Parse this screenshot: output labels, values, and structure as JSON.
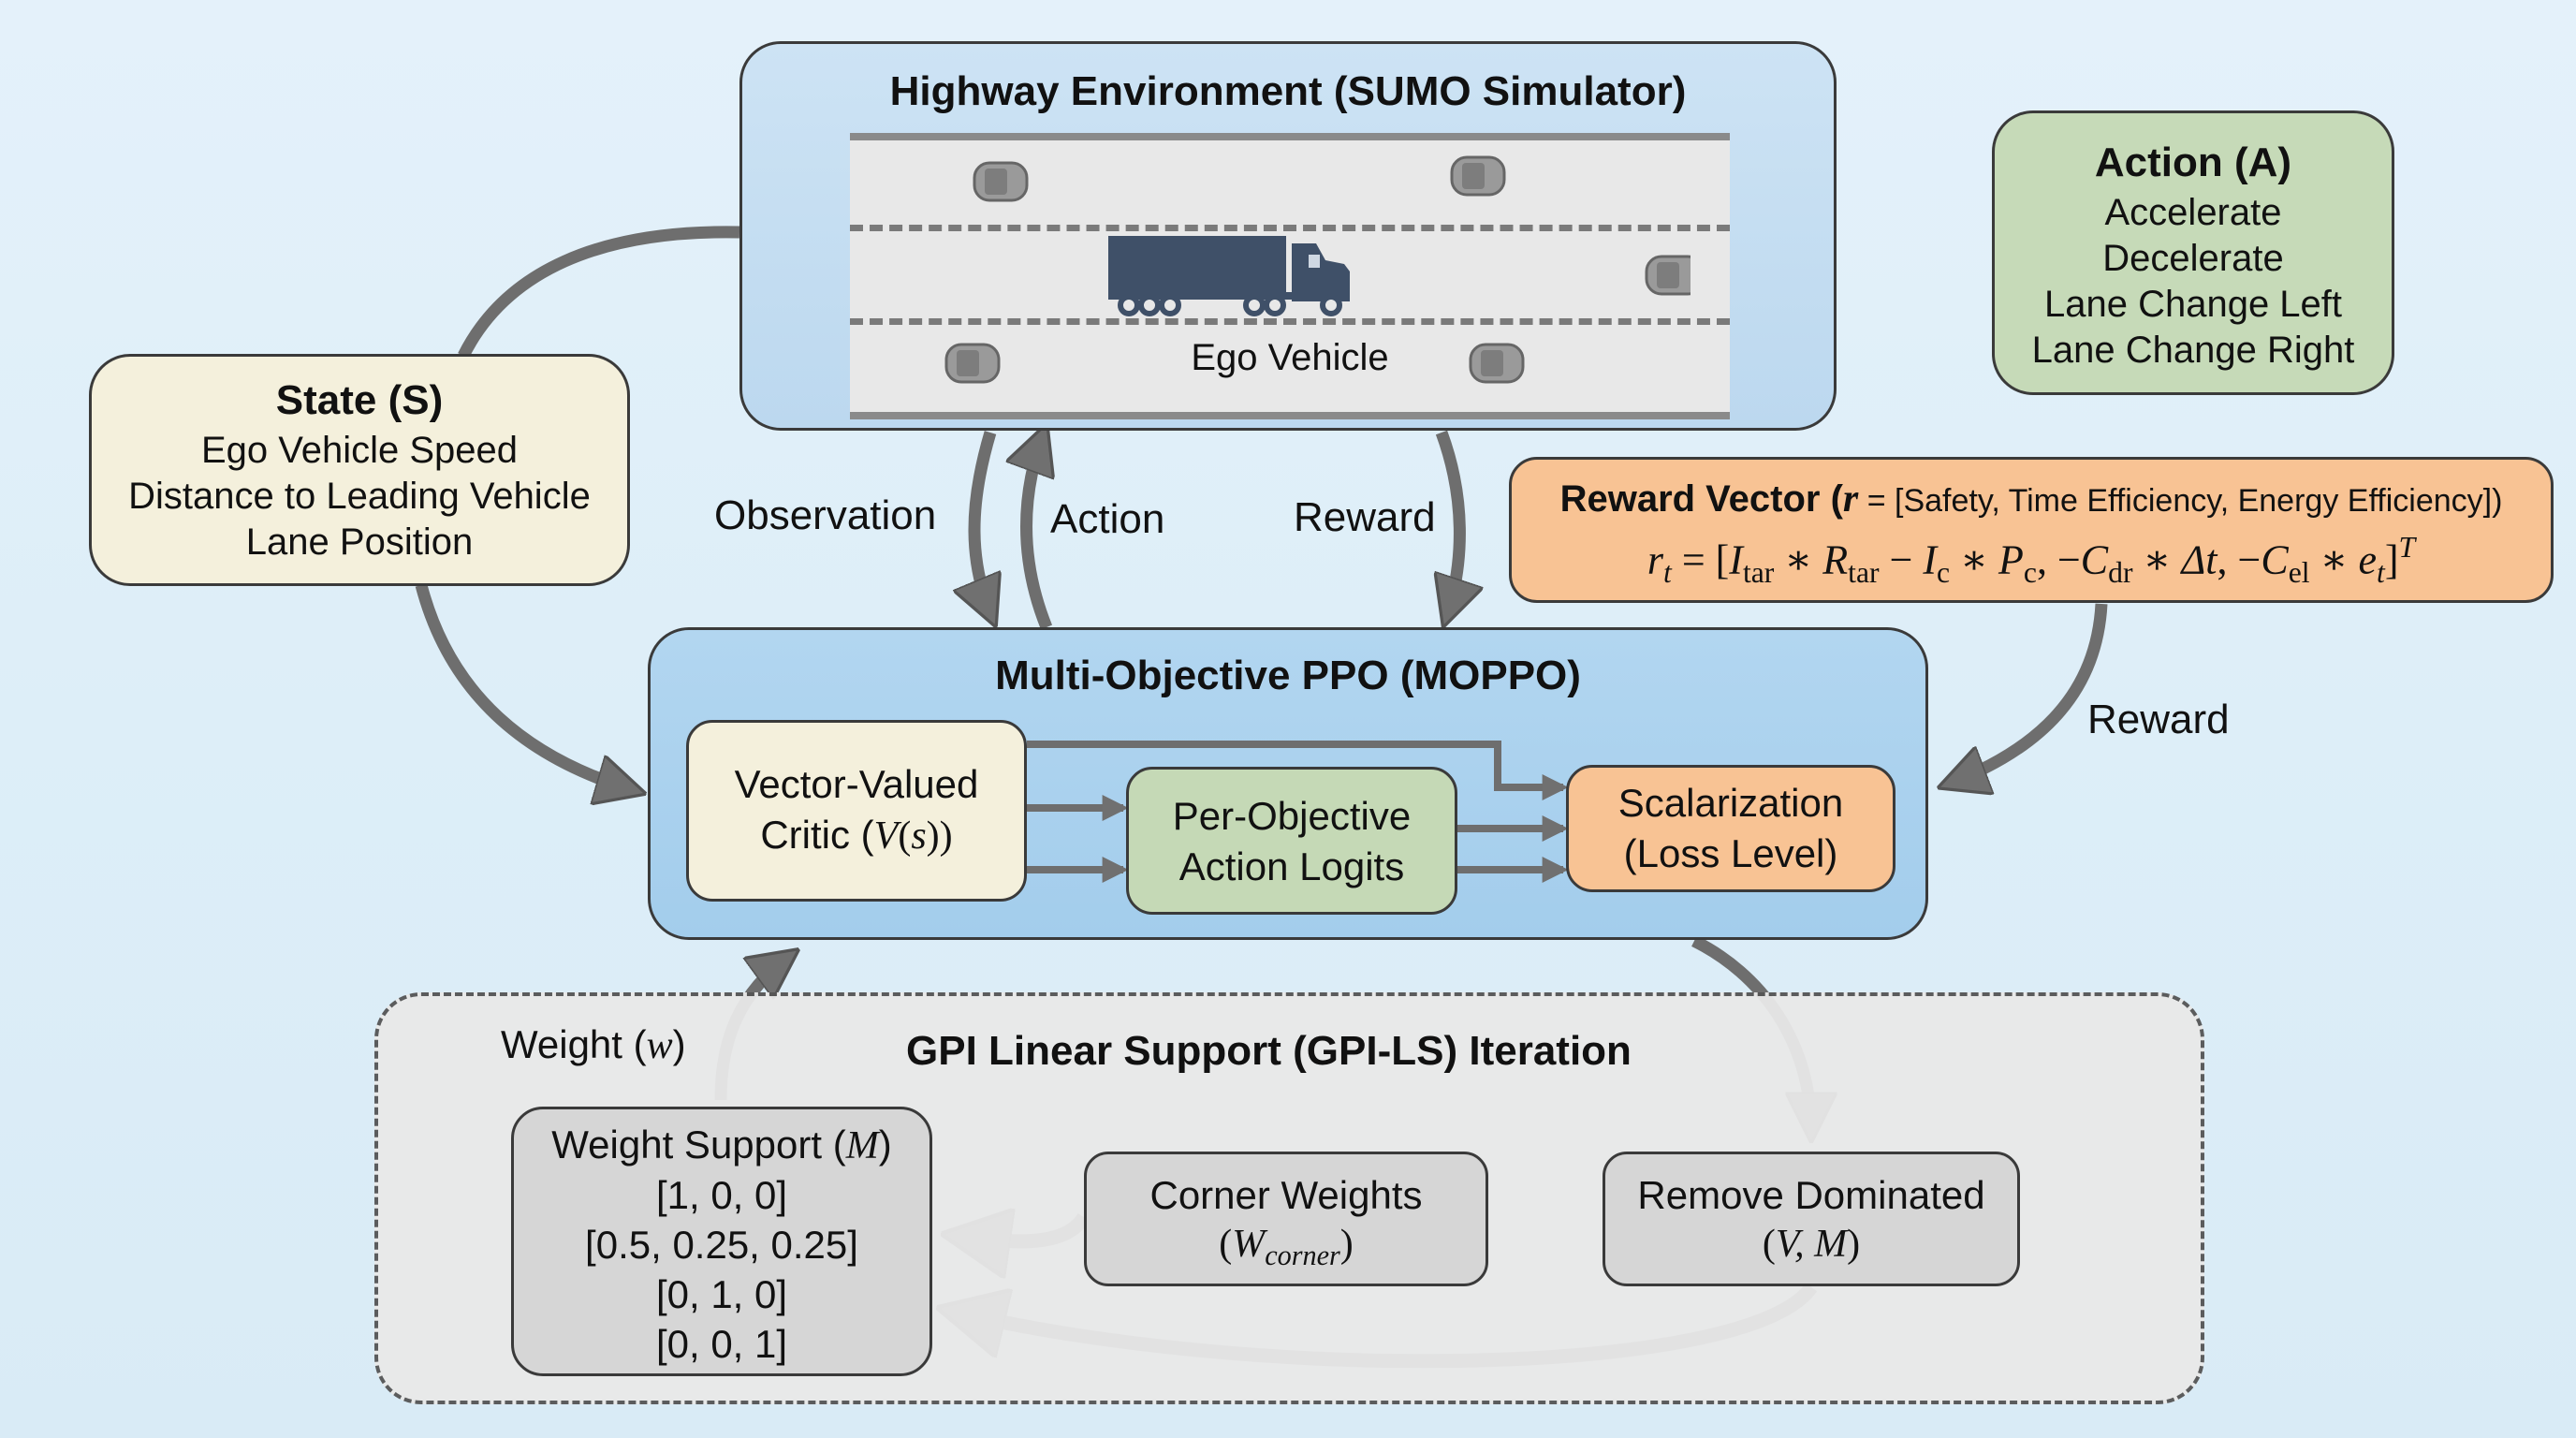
{
  "env": {
    "title": "Highway Environment (SUMO Simulator)",
    "ego_label": "Ego Vehicle",
    "ego_icon": "truck-icon",
    "other_icon": "car-icon"
  },
  "state": {
    "title": "State (S)",
    "items": [
      "Ego Vehicle Speed",
      "Distance to Leading Vehicle",
      "Lane Position"
    ]
  },
  "action": {
    "title": "Action (A)",
    "items": [
      "Accelerate",
      "Decelerate",
      "Lane Change Left",
      "Lane Change Right"
    ]
  },
  "reward": {
    "title_bold": "Reward Vector",
    "title_open": " (",
    "title_var": "r",
    "title_rest": " = [Safety, Time Efficiency, Energy Efficiency])",
    "formula": {
      "lhs": "r",
      "lhs_sub": "t",
      "eq": " = [",
      "I_tar": "I",
      "tar": "tar",
      "R_tar": "R",
      "I_c": "I",
      "c": "c",
      "P_c": "P",
      "C_dr": "C",
      "dr": "dr",
      "delta_t": "Δt",
      "C_el": "C",
      "el": "el",
      "e_t": "e",
      "t": "t",
      "times": " ∗ ",
      "minus": " − ",
      "comma_neg": ", −",
      "close": "]",
      "transpose": "T"
    }
  },
  "moppo": {
    "title": "Multi-Objective PPO (MOPPO)",
    "critic": {
      "line1": "Vector-Valued",
      "line2_text": "Critic (",
      "line2_math": "V",
      "line2_paren": "(",
      "line2_s": "s",
      "line2_end": "))"
    },
    "logits": {
      "line1": "Per-Objective",
      "line2": "Action Logits"
    },
    "scalar": {
      "line1": "Scalarization",
      "line2": "(Loss Level)"
    }
  },
  "gpi": {
    "title": "GPI Linear Support (GPI-LS) Iteration",
    "weight_label_text": "Weight (",
    "weight_label_var": "w",
    "weight_label_end": ")",
    "support": {
      "title_text": "Weight Support (",
      "title_var": "M",
      "title_end": ")",
      "rows": [
        "[1, 0, 0]",
        "[0.5, 0.25, 0.25]",
        "[0, 1, 0]",
        "[0, 0, 1]"
      ]
    },
    "corner": {
      "line1": "Corner Weights",
      "var": "W",
      "sub": "corner"
    },
    "remove": {
      "line1": "Remove Dominated",
      "var": "V, M"
    }
  },
  "edges": {
    "observation": "Observation",
    "action": "Action",
    "reward_top": "Reward",
    "reward_right": "Reward"
  },
  "colors": {
    "env_fill": "#c6dff2",
    "state_fill": "#f4f0dc",
    "action_fill": "#c6dab8",
    "reward_fill": "#f8c394",
    "moppo_fill": "#a9d1ee",
    "logits_fill": "#c5d9b6",
    "scalar_fill": "#f8c394",
    "gpi_fill": "#e9e9e9",
    "arrow": "#6e6e6e"
  }
}
